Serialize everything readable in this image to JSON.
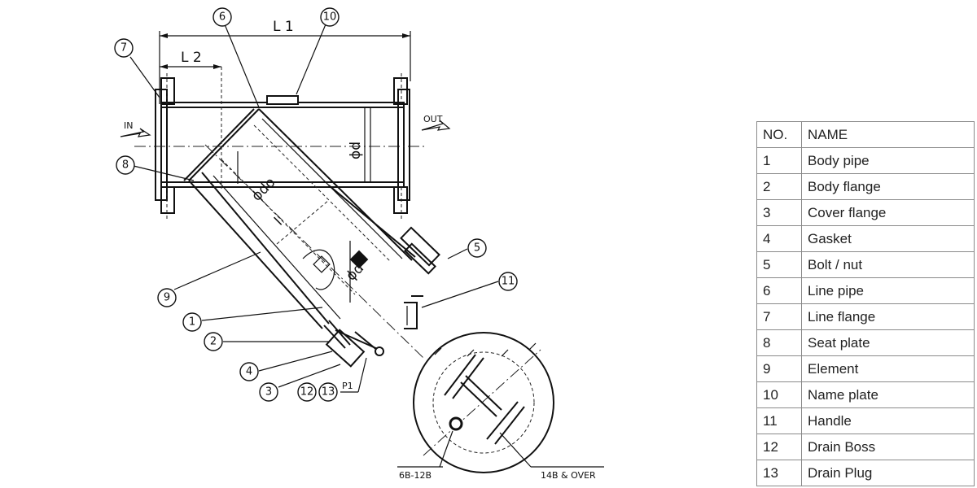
{
  "diagram": {
    "flow_in": "IN",
    "flow_out": "OUT",
    "dims": {
      "l1": "L 1",
      "l2": "L 2",
      "od": "ϕd",
      "odo": "ϕdo",
      "l": "l",
      "odi": "ϕd",
      "p1": "P1"
    },
    "balloons": [
      "1",
      "2",
      "3",
      "4",
      "5",
      "6",
      "7",
      "8",
      "9",
      "10",
      "11",
      "12",
      "13"
    ],
    "notes": {
      "small_sizes": "6B-12B",
      "large_sizes": "14B & OVER"
    }
  },
  "parts_table": {
    "headers": [
      "NO.",
      "NAME"
    ],
    "rows": [
      {
        "no": "1",
        "name": "Body pipe"
      },
      {
        "no": "2",
        "name": "Body flange"
      },
      {
        "no": "3",
        "name": "Cover flange"
      },
      {
        "no": "4",
        "name": "Gasket"
      },
      {
        "no": "5",
        "name": "Bolt / nut"
      },
      {
        "no": "6",
        "name": "Line pipe"
      },
      {
        "no": "7",
        "name": "Line flange"
      },
      {
        "no": "8",
        "name": "Seat plate"
      },
      {
        "no": "9",
        "name": "Element"
      },
      {
        "no": "10",
        "name": "Name plate"
      },
      {
        "no": "11",
        "name": "Handle"
      },
      {
        "no": "12",
        "name": "Drain Boss"
      },
      {
        "no": "13",
        "name": "Drain Plug"
      }
    ]
  }
}
